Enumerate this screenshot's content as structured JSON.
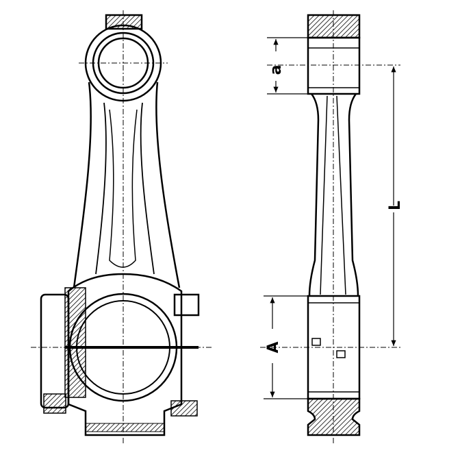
{
  "figure": {
    "labels": {
      "small_end_width": "a",
      "center_distance": "L",
      "big_end_width": "A"
    },
    "colors": {
      "ink": "#000000",
      "paper": "#ffffff"
    }
  }
}
